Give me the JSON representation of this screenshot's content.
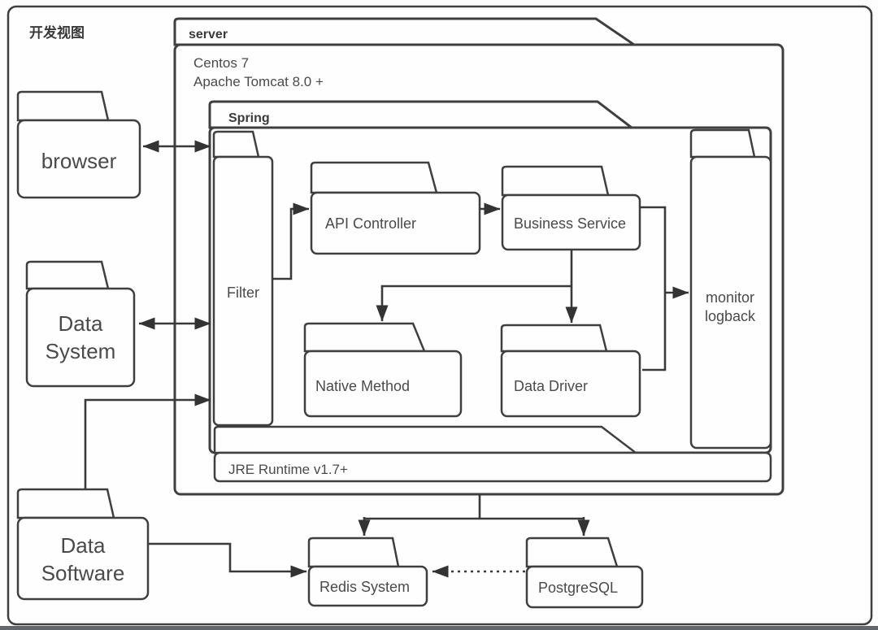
{
  "diagram": {
    "title": "开发视图",
    "type": "development-view-architecture-diagram"
  },
  "colors": {
    "background": "#fdfdfd",
    "stroke": "#3f3f3f",
    "text": "#4a4a4a",
    "bottom_strip": "#63666a"
  },
  "nodes": {
    "server": {
      "label": "server",
      "os": "Centos 7",
      "runtime": "Apache Tomcat 8.0 +"
    },
    "spring": {
      "label": "Spring"
    },
    "jre": {
      "label": "JRE Runtime v1.7+"
    },
    "browser": {
      "label": "browser"
    },
    "data_system": {
      "line1": "Data",
      "line2": "System"
    },
    "data_software": {
      "line1": "Data",
      "line2": "Software"
    },
    "filter": {
      "label": "Filter"
    },
    "api_controller": {
      "label": "API Controller"
    },
    "business_service": {
      "label": "Business Service"
    },
    "native_method": {
      "label": "Native Method"
    },
    "data_driver": {
      "line1": "Data Driver"
    },
    "monitor": {
      "line1": "monitor",
      "line2": "logback"
    },
    "redis": {
      "label": "Redis System"
    },
    "postgresql": {
      "label": "PostgreSQL"
    }
  },
  "edges": [
    {
      "from": "browser",
      "to": "Filter",
      "style": "solid",
      "direction": "both"
    },
    {
      "from": "Data System",
      "to": "Filter",
      "style": "solid",
      "direction": "both"
    },
    {
      "from": "Data Software",
      "to": "Filter",
      "style": "solid",
      "direction": "forward"
    },
    {
      "from": "Data Software",
      "to": "Redis System",
      "style": "solid",
      "direction": "forward"
    },
    {
      "from": "Filter",
      "to": "API Controller",
      "style": "solid",
      "direction": "forward"
    },
    {
      "from": "API Controller",
      "to": "Business Service",
      "style": "solid",
      "direction": "forward"
    },
    {
      "from": "Business Service",
      "to": "Native Method",
      "style": "solid",
      "direction": "forward"
    },
    {
      "from": "Business Service",
      "to": "Data Driver",
      "style": "solid",
      "direction": "forward"
    },
    {
      "from": "Business Service",
      "to": "monitor logback",
      "style": "solid",
      "direction": "forward"
    },
    {
      "from": "Business Service",
      "to": "Data Driver",
      "style": "solid",
      "direction": "none",
      "note": "right side link"
    },
    {
      "from": "server",
      "to": "Redis System",
      "style": "solid",
      "direction": "forward"
    },
    {
      "from": "server",
      "to": "PostgreSQL",
      "style": "solid",
      "direction": "forward"
    },
    {
      "from": "PostgreSQL",
      "to": "Redis System",
      "style": "dotted",
      "direction": "forward"
    }
  ]
}
